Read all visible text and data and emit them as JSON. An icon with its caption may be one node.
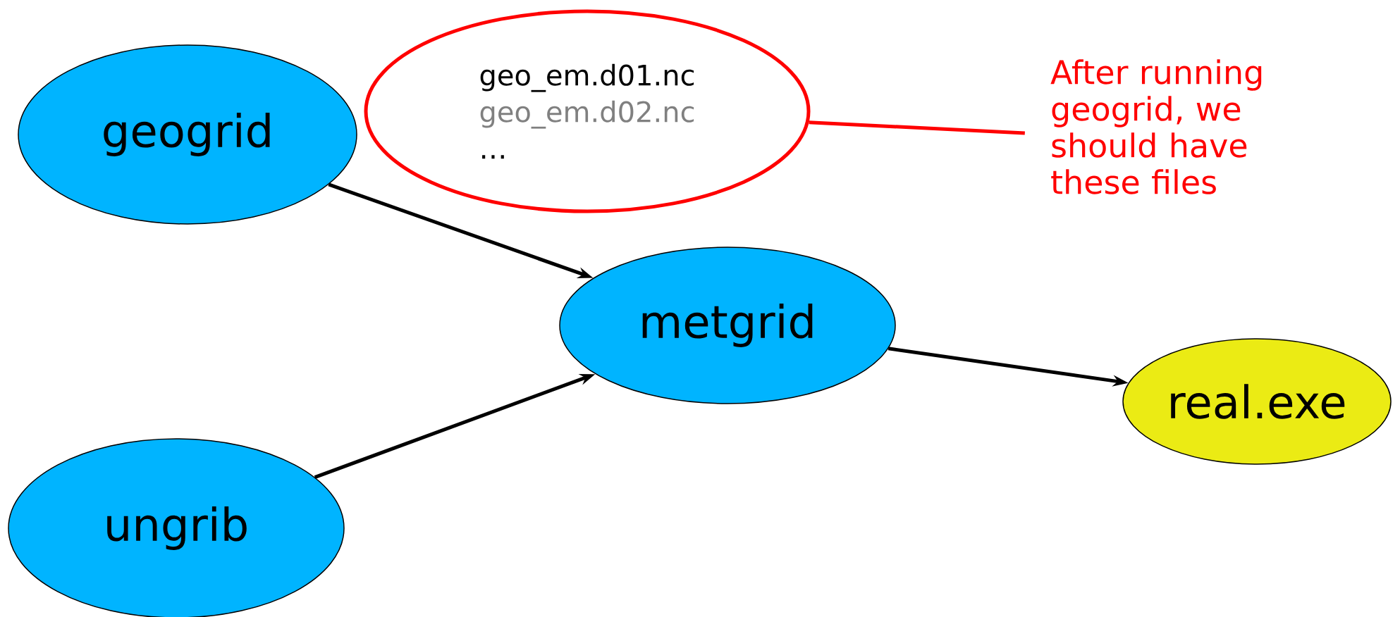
{
  "diagram": {
    "nodes": [
      {
        "text": [
          "geogrid"
        ]
      },
      {
        "text": [
          "geo_em.d01.nc",
          "geo_em.d02.nc",
          "…"
        ]
      },
      {
        "text": [
          "After running geogrid, we should have these files"
        ]
      },
      {
        "text": [
          "metgrid"
        ]
      },
      {
        "text": [
          "real.exe"
        ]
      },
      {
        "text": [
          "ungrib"
        ]
      }
    ],
    "edges": [
      {
        "from": 0,
        "to": 3,
        "arrow": "to"
      },
      {
        "from": 5,
        "to": 3,
        "arrow": "to"
      },
      {
        "from": 3,
        "to": 4,
        "arrow": "to"
      },
      {
        "from": 2,
        "to": 1,
        "arrow": "none",
        "color": "#ff0000"
      }
    ]
  }
}
